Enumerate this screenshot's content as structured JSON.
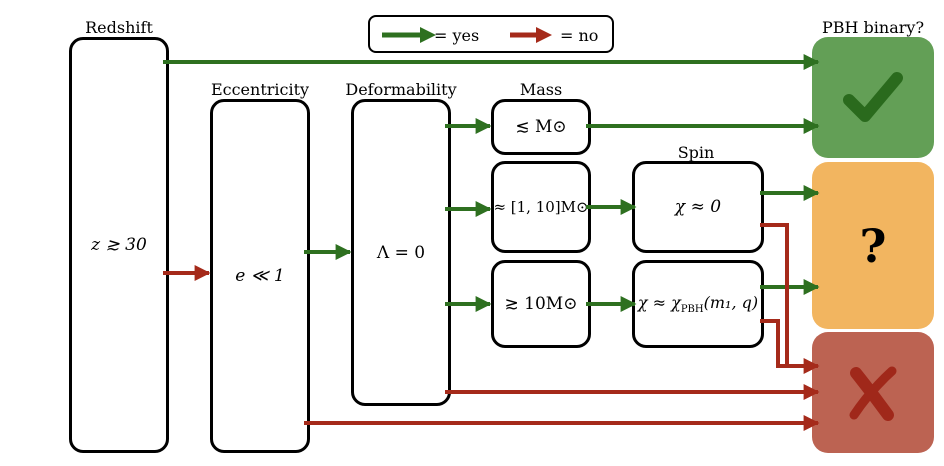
{
  "colors": {
    "yes": "#2e7020",
    "no": "#a52a1a",
    "outcome_yes": "#639f56",
    "outcome_maybe": "#f2b560",
    "outcome_no": "#bc6352",
    "check_mark": "#2a6a1d",
    "cross_mark": "#a0281a"
  },
  "legend": {
    "yes_label": "=  yes",
    "no_label": "=  no"
  },
  "headers": {
    "redshift": "Redshift",
    "eccentricity": "Eccentricity",
    "deformability": "Deformability",
    "mass": "Mass",
    "spin": "Spin",
    "pbh_binary": "PBH binary?"
  },
  "boxes": {
    "redshift": "z ≳ 30",
    "eccentricity": "e ≪ 1",
    "deformability": "Λ = 0",
    "mass_low": "≲ M⊙",
    "mass_mid": "≈ [1, 10]M⊙",
    "mass_high": "≳ 10M⊙",
    "spin_zero": "χ ≈ 0",
    "spin_pbh_main": "χ ≈ χ",
    "spin_pbh_sub": "PBH",
    "spin_pbh_tail": "(m₁, q)"
  },
  "outcomes": {
    "yes_icon": "check-mark-icon",
    "maybe_symbol": "?",
    "no_icon": "cross-mark-icon"
  }
}
